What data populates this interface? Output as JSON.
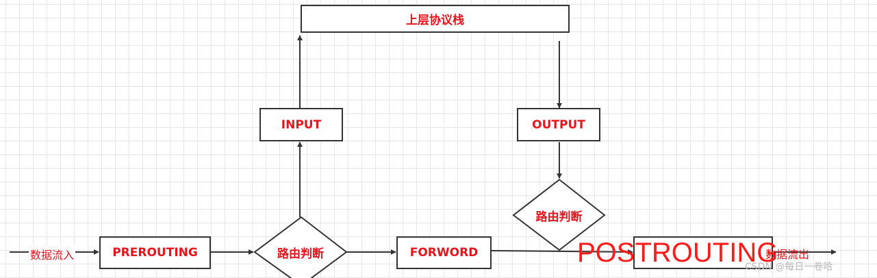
{
  "nodes": {
    "stack": "上层协议栈",
    "input": "INPUT",
    "output": "OUTPUT",
    "prerouting": "PREROUTING",
    "forword": "FORWORD",
    "postrouting": "POSTROUTING",
    "routing_decision_1": "路由判断",
    "routing_decision_2": "路由判断"
  },
  "labels": {
    "data_in": "数据流入",
    "data_out": "数据流出"
  },
  "watermark": "CSDN @每日一卷哈",
  "colors": {
    "label": "#e8141c",
    "stroke": "#333333",
    "grid": "#e6e6e6"
  }
}
